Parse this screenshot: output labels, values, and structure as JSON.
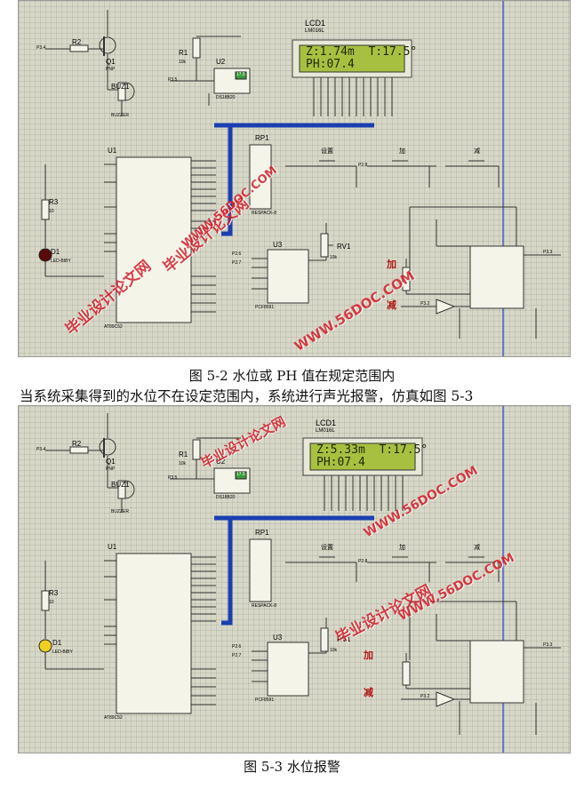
{
  "figures": [
    {
      "lcd": {
        "ref": "LCD1",
        "part": "LM016L",
        "line1": "Z:1.74m  T:17.5°",
        "line2": "PH:07.4"
      },
      "labels": {
        "u1": "U1",
        "u1_part": "AT89C52",
        "u2": "U2",
        "u2_part": "DS18B20",
        "u2_readout": "17.5",
        "u3": "U3",
        "u3_part": "PCF8591",
        "r1": "R1",
        "r1_val": "10k",
        "r2": "R2",
        "r3": "R3",
        "r3_val": "10",
        "q1": "Q1",
        "q1_part": "PNP",
        "buz": "BUZ1",
        "buz_part": "BUZZER",
        "d1": "D1",
        "d1_part": "LED-BIBY",
        "rp1": "RP1",
        "rp1_part": "RESPACK-8",
        "rv1": "RV1",
        "rv1_val": "10k",
        "btn_set": "设置",
        "btn_add": "加",
        "btn_sub": "减",
        "side_add": "加",
        "side_sub": "减",
        "net_p34": "P3.4",
        "net_p35": "P3.5",
        "net_p26": "P2.6",
        "net_p27": "P2.7",
        "net_p28": "P2.8",
        "net_p33": "P3.3",
        "net_p32": "P3.2"
      },
      "watermarks": [
        "毕业设计论文网",
        "WWW.56DOC.COM"
      ]
    },
    {
      "lcd": {
        "ref": "LCD1",
        "part": "LM016L",
        "line1": "Z:5.33m  T:17.5°",
        "line2": "PH:07.4"
      },
      "labels": {
        "u1": "U1",
        "u1_part": "AT89C52",
        "u2": "U2",
        "u2_part": "DS18B20",
        "u2_readout": "17.5",
        "u3": "U3",
        "u3_part": "PCF8591",
        "r1": "R1",
        "r1_val": "10k",
        "r2": "R2",
        "r3": "R3",
        "r3_val": "10",
        "q1": "Q1",
        "q1_part": "PNP",
        "buz": "BUZ1",
        "buz_part": "BUZZER",
        "d1": "D1",
        "d1_part": "LED-BIBY",
        "rp1": "RP1",
        "rp1_part": "RESPACK-8",
        "rv1": "RV1",
        "rv1_val": "10k",
        "btn_set": "设置",
        "btn_add": "加",
        "btn_sub": "减",
        "side_add": "加",
        "side_sub": "减",
        "net_p34": "P3.4",
        "net_p35": "P3.5",
        "net_p26": "P2.6",
        "net_p27": "P2.7",
        "net_p28": "P2.8",
        "net_p33": "P3.3",
        "net_p32": "P3.2"
      },
      "watermarks": [
        "毕业设计论文网",
        "WWW.56DOC.COM"
      ]
    }
  ],
  "captions": {
    "fig2": "图 5-2  水位或 PH 值在规定范围内",
    "paragraph": "当系统采集得到的水位不在设定范围内，系统进行声光报警，仿真如图 5-3",
    "fig3": "图 5-3  水位报警"
  },
  "colors": {
    "sheet": "#d8d8c8",
    "wire": "#2a2a2a",
    "bus": "#1a3fb0",
    "lcd": "#a8c040",
    "watermark": "#d0202a",
    "led_off": "#5a0a0a",
    "led_on": "#f0d020"
  }
}
